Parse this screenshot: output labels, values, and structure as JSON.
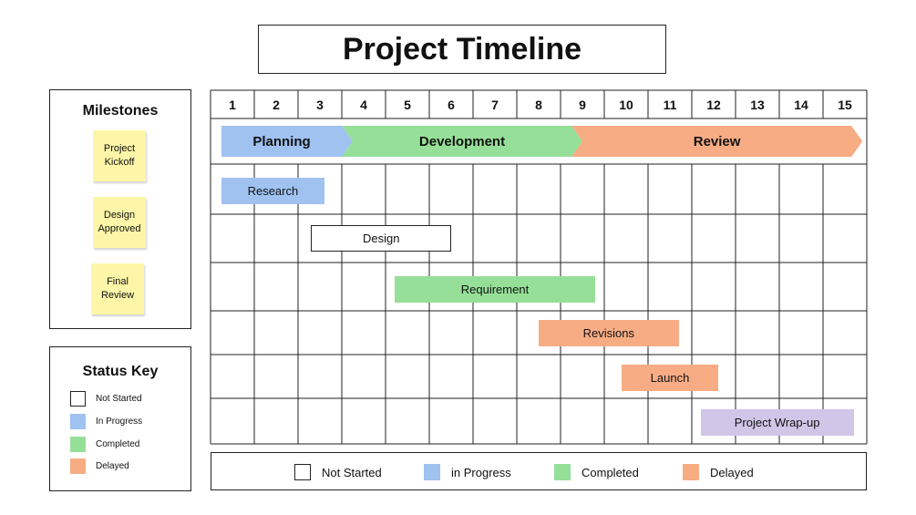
{
  "title": "Project Timeline",
  "milestones": {
    "heading": "Milestones",
    "items": [
      {
        "label": "Project Kickoff"
      },
      {
        "label": "Design Approved"
      },
      {
        "label": "Final Review"
      }
    ]
  },
  "status_key": {
    "heading": "Status Key",
    "items": [
      {
        "label": "Not Started",
        "color": "#ffffff"
      },
      {
        "label": "In Progress",
        "color": "#9fc2f0"
      },
      {
        "label": "Completed",
        "color": "#96df98"
      },
      {
        "label": "Delayed",
        "color": "#f7ac84"
      }
    ]
  },
  "bottom_legend": {
    "items": [
      {
        "label": "Not Started",
        "color": "#ffffff"
      },
      {
        "label": "in Progress",
        "color": "#9fc2f0"
      },
      {
        "label": "Completed",
        "color": "#96df98"
      },
      {
        "label": "Delayed",
        "color": "#f7ac84"
      }
    ]
  },
  "timeline": {
    "columns": [
      "1",
      "2",
      "3",
      "4",
      "5",
      "6",
      "7",
      "8",
      "9",
      "10",
      "11",
      "12",
      "13",
      "14",
      "15"
    ],
    "phases": [
      {
        "label": "Planning",
        "start": 0.25,
        "end": 3.0,
        "color": "#9fc2f0"
      },
      {
        "label": "Development",
        "start": 3.0,
        "end": 8.25,
        "color": "#96df98"
      },
      {
        "label": "Review",
        "start": 8.25,
        "end": 14.65,
        "color": "#f7ac84"
      }
    ],
    "tasks": [
      {
        "label": "Research",
        "start": 0.25,
        "end": 2.6,
        "status": "In Progress",
        "color": "#9fc2f0"
      },
      {
        "label": "Design",
        "start": 2.3,
        "end": 5.5,
        "status": "Not Started",
        "color": "#ffffff"
      },
      {
        "label": "Requirement",
        "start": 4.2,
        "end": 8.8,
        "status": "Completed",
        "color": "#96df98"
      },
      {
        "label": "Revisions",
        "start": 7.5,
        "end": 10.7,
        "status": "Delayed",
        "color": "#f7ac84"
      },
      {
        "label": "Launch",
        "start": 9.4,
        "end": 11.6,
        "status": "Delayed",
        "color": "#f7ac84"
      },
      {
        "label": "Project Wrap-up",
        "start": 11.2,
        "end": 14.7,
        "status": "Other",
        "color": "#d1c5e8"
      }
    ]
  }
}
